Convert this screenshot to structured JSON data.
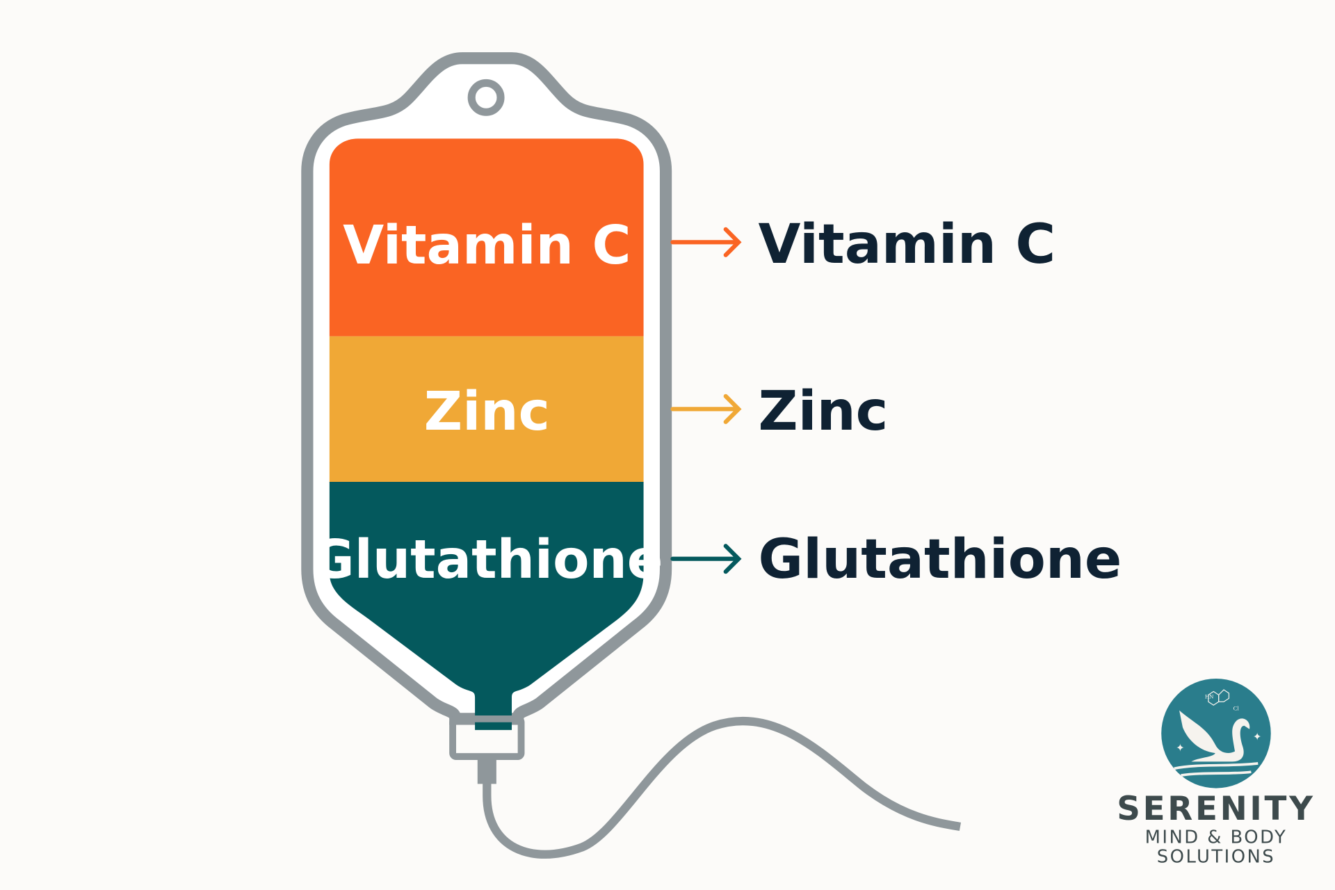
{
  "bag": {
    "layers": [
      {
        "label": "Vitamin C",
        "color": "#fa6423"
      },
      {
        "label": "Zinc",
        "color": "#f0a836"
      },
      {
        "label": "Glutathione",
        "color": "#04595d"
      }
    ],
    "outline_color": "#8f979b"
  },
  "callouts": [
    {
      "label": "Vitamin C",
      "arrow_color": "#fa6423"
    },
    {
      "label": "Zinc",
      "arrow_color": "#f0a836"
    },
    {
      "label": "Glutathione",
      "arrow_color": "#04595d"
    }
  ],
  "logo": {
    "name": "SERENITY",
    "tagline_1": "MIND & BODY",
    "tagline_2": "SOLUTIONS",
    "molecule_labels": [
      "HN",
      "Cl"
    ],
    "color": "#2a7d8c"
  }
}
